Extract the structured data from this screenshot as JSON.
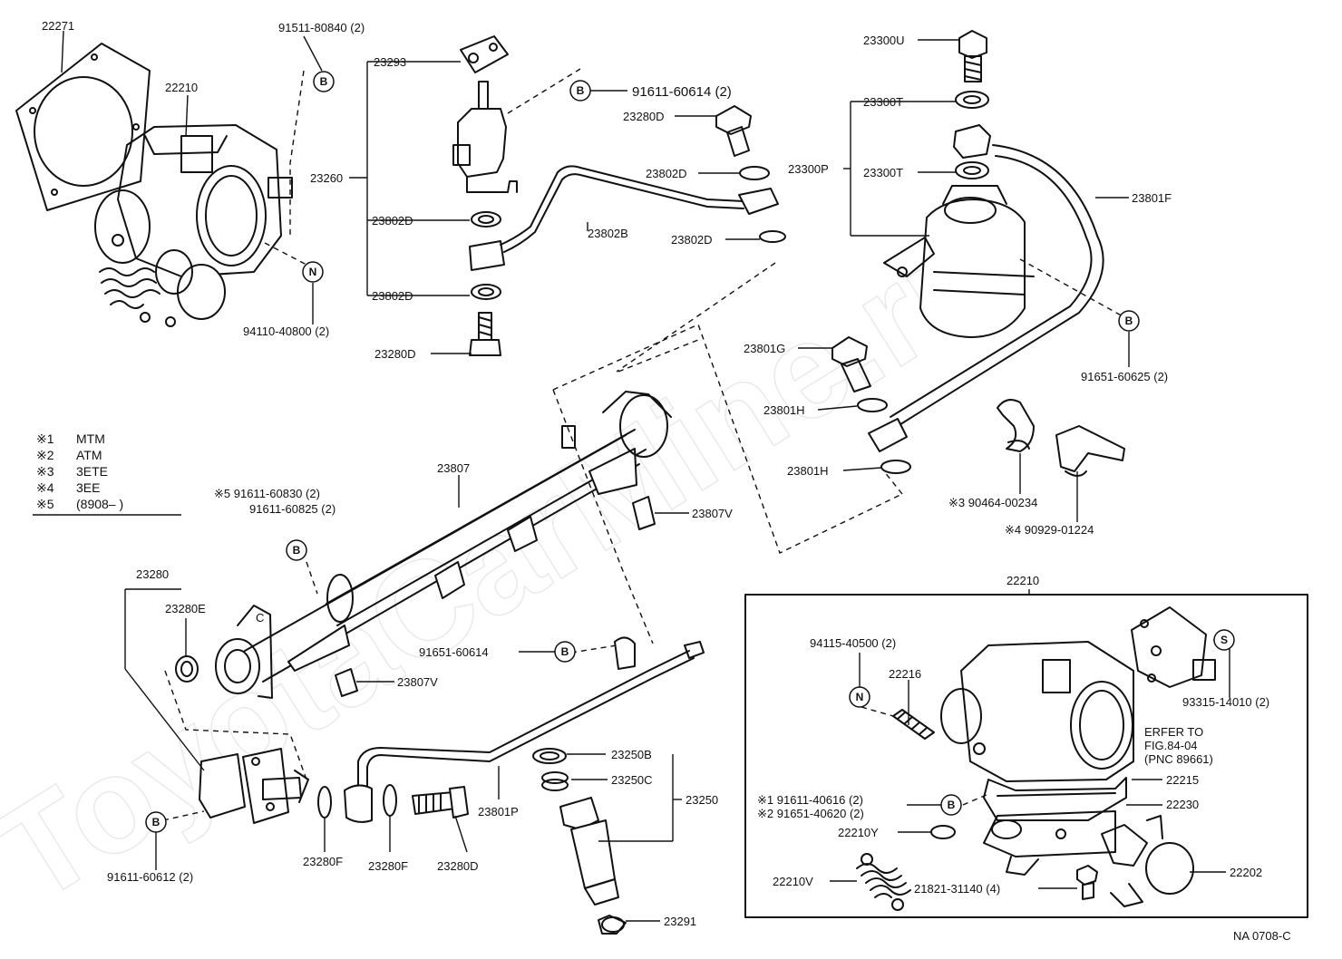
{
  "diagram_id": "NA 0708-C",
  "watermark": "ToyotaCarMine.ru",
  "legend": [
    {
      "mark": "※1",
      "text": "MTM"
    },
    {
      "mark": "※2",
      "text": "ATM"
    },
    {
      "mark": "※3",
      "text": "3ETE"
    },
    {
      "mark": "※4",
      "text": "3EE"
    },
    {
      "mark": "※5",
      "text": "(8908–        )"
    }
  ],
  "callout_letters": [
    "B",
    "N",
    "S"
  ],
  "labels": {
    "p22271": "22271",
    "p22210_main": "22210",
    "p91511": "91511-80840 (2)",
    "p23293": "23293",
    "p91611_60614": "91611-60614 (2)",
    "p23280D_top": "23280D",
    "p23802D_1": "23802D",
    "p23260": "23260",
    "p23802D_2": "23802D",
    "p23802B": "23802B",
    "p23802D_3": "23802D",
    "p23802D_4": "23802D",
    "p23280D_bot": "23280D",
    "p94110": "94110-40800 (2)",
    "p23300U": "23300U",
    "p23300T_1": "23300T",
    "p23300P": "23300P",
    "p23300T_2": "23300T",
    "p23801F": "23801F",
    "p91651_60625": "91651-60625 (2)",
    "p23801G": "23801G",
    "p23801H_1": "23801H",
    "p23801H_2": "23801H",
    "p90464": "※3 90464-00234",
    "p90929": "※4 90929-01224",
    "p23807": "23807",
    "p91611_60830": "※5  91611-60830 (2)",
    "p91611_60825": "91611-60825 (2)",
    "p23807V_1": "23807V",
    "p23807V_2": "23807V",
    "p23280": "23280",
    "p23280E": "23280E",
    "p91651_60614": "91651-60614",
    "p91611_60612": "91611-60612 (2)",
    "p23280F_1": "23280F",
    "p23280F_2": "23280F",
    "p23280D_lo": "23280D",
    "p23801P": "23801P",
    "p23250B": "23250B",
    "p23250C": "23250C",
    "p23250": "23250",
    "p23291": "23291",
    "p22210_box": "22210",
    "p94115": "94115-40500 (2)",
    "p22216": "22216",
    "p93315": "93315-14010 (2)",
    "refer1": "ERFER TO",
    "refer2": "FIG.84-04",
    "refer3": "(PNC 89661)",
    "p22215": "22215",
    "p91611_40616": "※1 91611-40616 (2)",
    "p91651_40620": "※2 91651-40620 (2)",
    "p22230": "22230",
    "p22210Y": "22210Y",
    "p22210V": "22210V",
    "p21821": "21821-31140 (4)",
    "p22202": "22202"
  }
}
